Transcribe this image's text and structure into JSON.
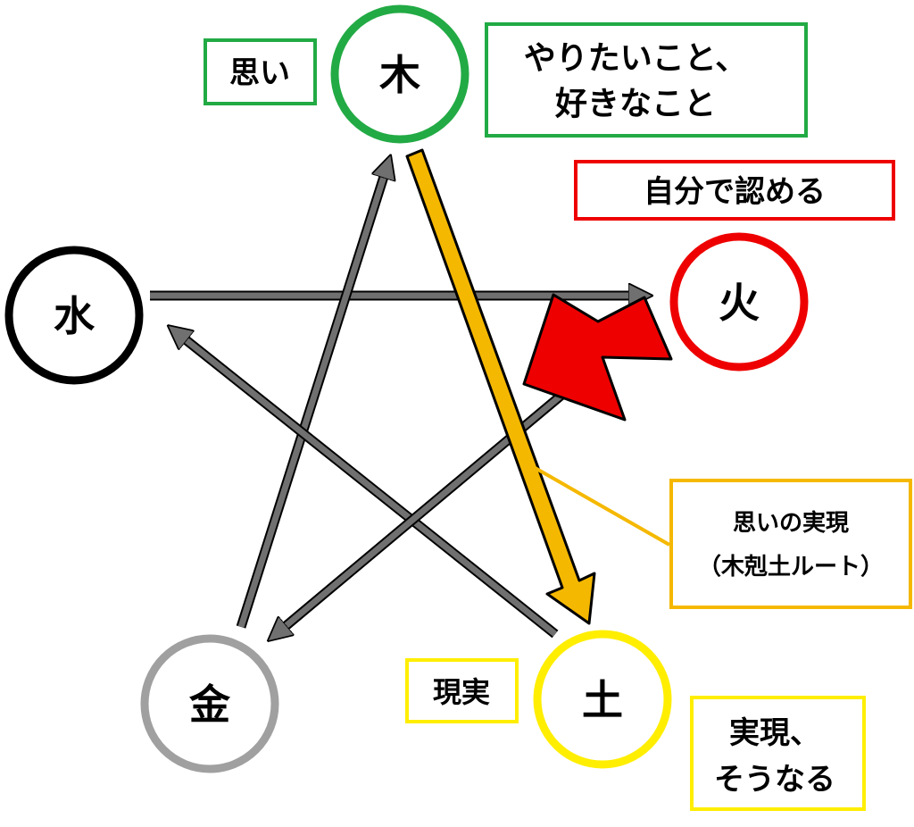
{
  "nodes": {
    "wood": {
      "label": "木",
      "color": "#22aa44"
    },
    "fire": {
      "label": "火",
      "color": "#ee0000"
    },
    "earth": {
      "label": "土",
      "color": "#ffee00"
    },
    "metal": {
      "label": "金",
      "color": "#a0a0a0"
    },
    "water": {
      "label": "水",
      "color": "#000000"
    }
  },
  "labels": {
    "omoi": "思い",
    "yaritai_line1": "やりたいこと、",
    "yaritai_line2": "好きなこと",
    "jibun": "自分で認める",
    "omoi_jitsugen_line1": "思いの実現",
    "omoi_jitsugen_line2": "（木剋土ルート）",
    "genjitsu": "現実",
    "jitsugen_line1": "実現、",
    "jitsugen_line2": "そうなる"
  },
  "colors": {
    "wood_box": "#22aa44",
    "fire_box": "#ee0000",
    "route_box": "#f5b800",
    "earth_box": "#ffee00",
    "gray_arrow": "#707070",
    "gold_arrow": "#f5b800",
    "red_arrow": "#ee0000"
  }
}
